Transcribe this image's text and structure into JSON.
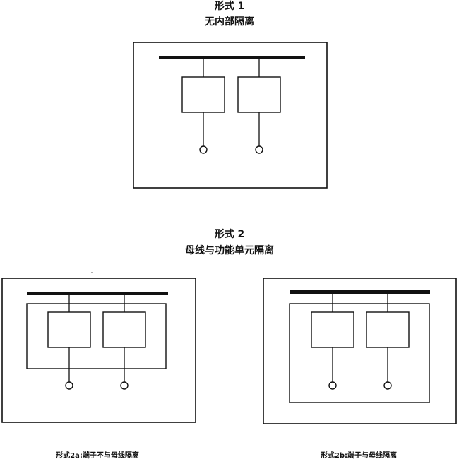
{
  "form1": {
    "title": "形式 1",
    "subtitle": "无内部隔离"
  },
  "form2": {
    "title": "形式 2",
    "subtitle": "母线与功能单元隔离"
  },
  "form2a": {
    "caption": "形式2a:端子不与母线隔离"
  },
  "form2b": {
    "caption": "形式2b:端子与母线隔离"
  }
}
